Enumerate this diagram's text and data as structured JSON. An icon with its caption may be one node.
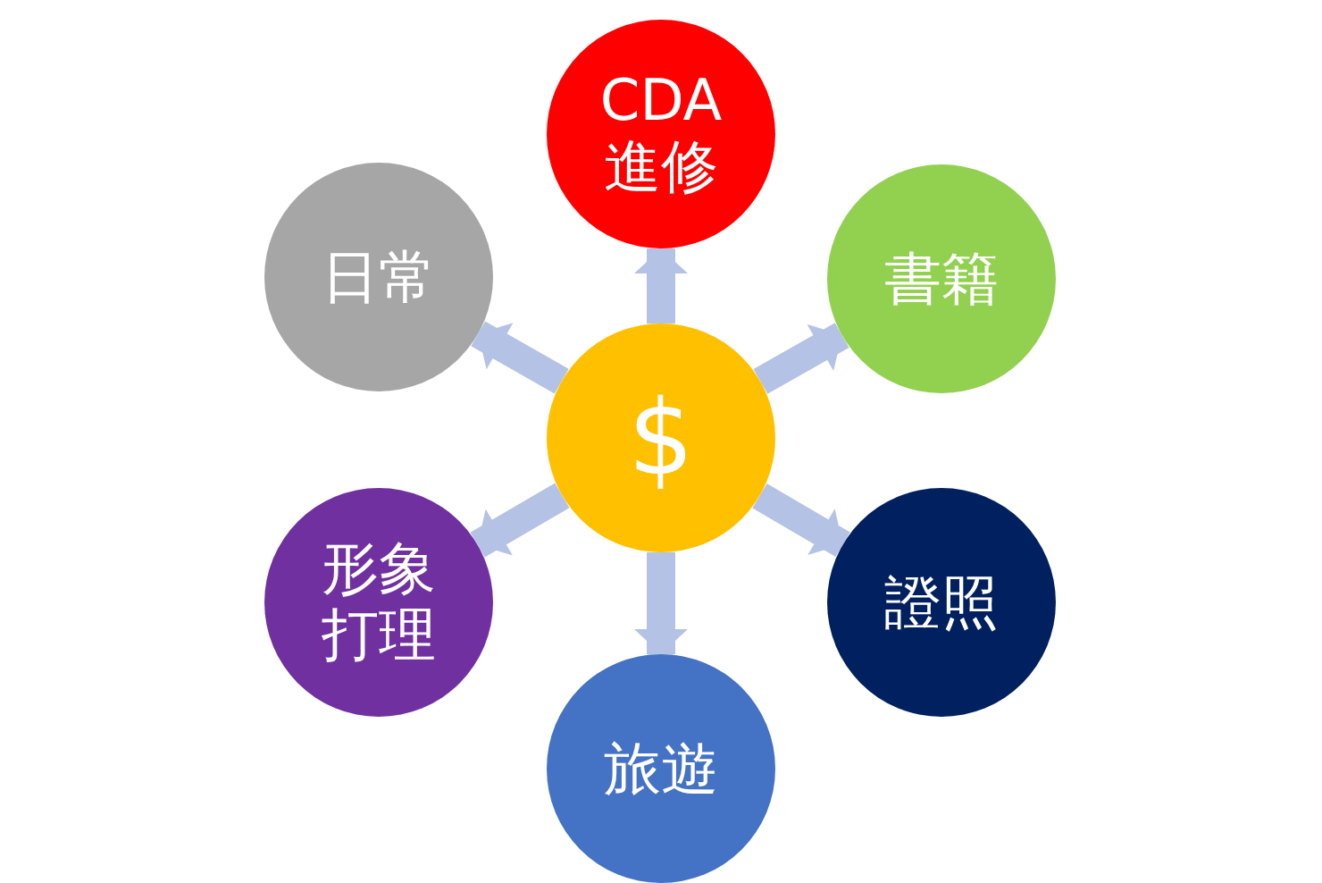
{
  "diagram": {
    "nodes": [
      {
        "text": [
          "$"
        ]
      },
      {
        "text": [
          "CDA 進修"
        ]
      },
      {
        "text": [
          "書籍"
        ]
      },
      {
        "text": [
          "證照"
        ]
      },
      {
        "text": [
          "旅遊"
        ]
      },
      {
        "text": [
          "形象打理"
        ]
      },
      {
        "text": [
          "日常"
        ]
      }
    ],
    "edges": [
      {
        "from": 0,
        "to": 1,
        "arrow": "to"
      },
      {
        "from": 0,
        "to": 2,
        "arrow": "to"
      },
      {
        "from": 0,
        "to": 3,
        "arrow": "to"
      },
      {
        "from": 0,
        "to": 4,
        "arrow": "to"
      },
      {
        "from": 0,
        "to": 5,
        "arrow": "to"
      },
      {
        "from": 0,
        "to": 6,
        "arrow": "to"
      }
    ]
  }
}
